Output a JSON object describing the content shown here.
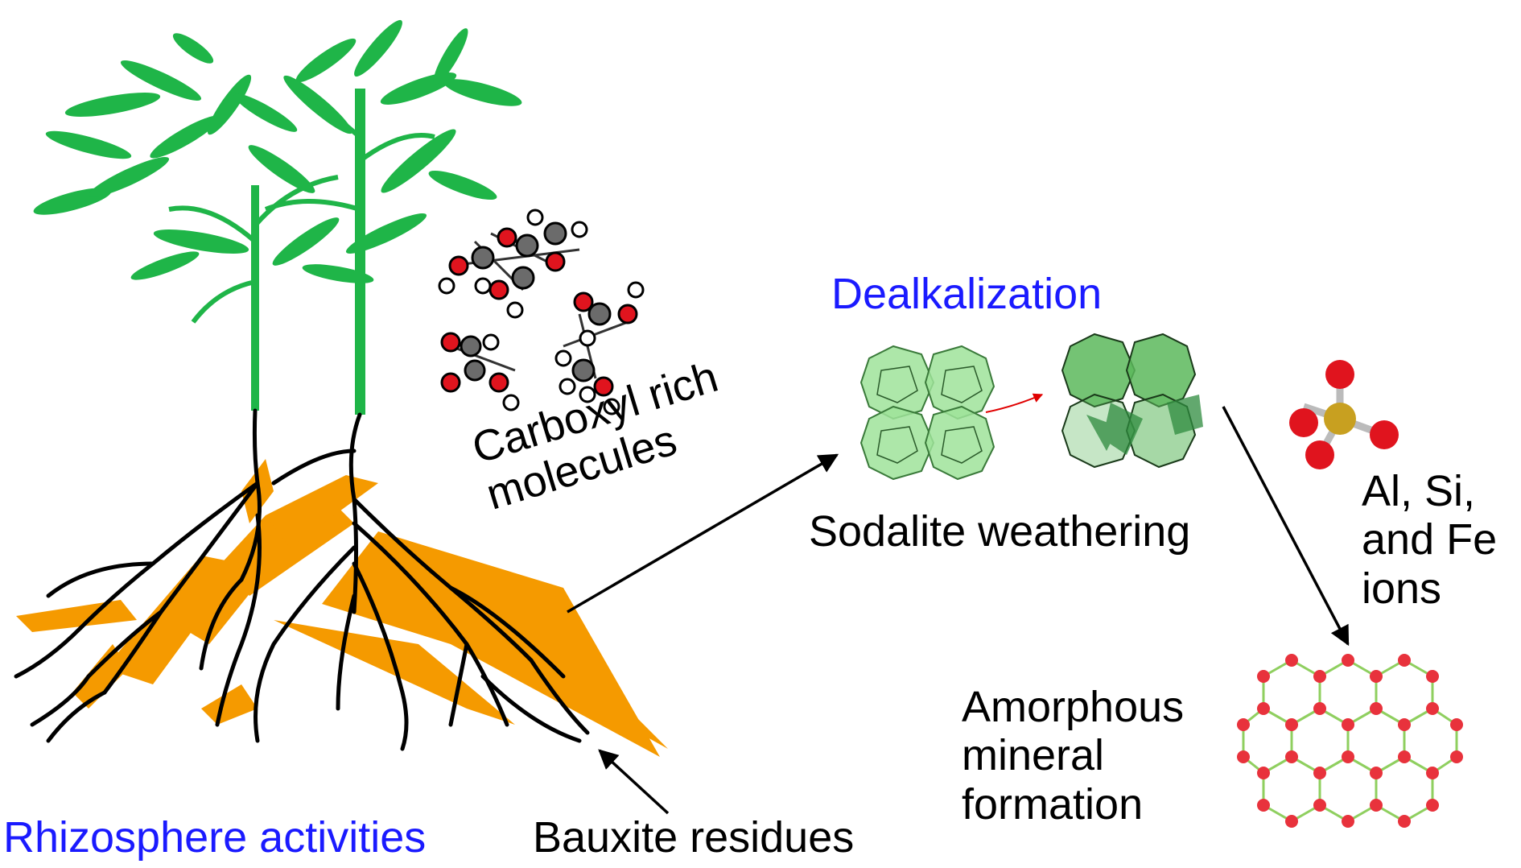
{
  "labels": {
    "rhizosphere": "Rhizosphere activities",
    "bauxite": "Bauxite residues",
    "carboxyl": "Carboxyl rich\nmolecules",
    "dealkalization": "Dealkalization",
    "sodalite": "Sodalite weathering",
    "ions": "Al, Si,\nand Fe\nions",
    "amorphous": "Amorphous\nmineral\nformation"
  },
  "colors": {
    "leaf": "#1fb548",
    "root_residue": "#f59a00",
    "root_line": "#000000",
    "oxygen": "#e0141e",
    "carbon": "#6b6b6b",
    "hydrogen": "#ffffff",
    "sulfur": "#c8a020",
    "sodalite_fill": "#7fd67f",
    "network_node": "#e8323c",
    "network_link": "#8fcf5f",
    "title_text": "#1a1aff",
    "arrow_small": "#e00000"
  },
  "icons": [
    "plant-icon",
    "roots-icon",
    "molecule-icon",
    "sodalite-cage-icon",
    "sulfate-icon",
    "mineral-network-icon"
  ]
}
